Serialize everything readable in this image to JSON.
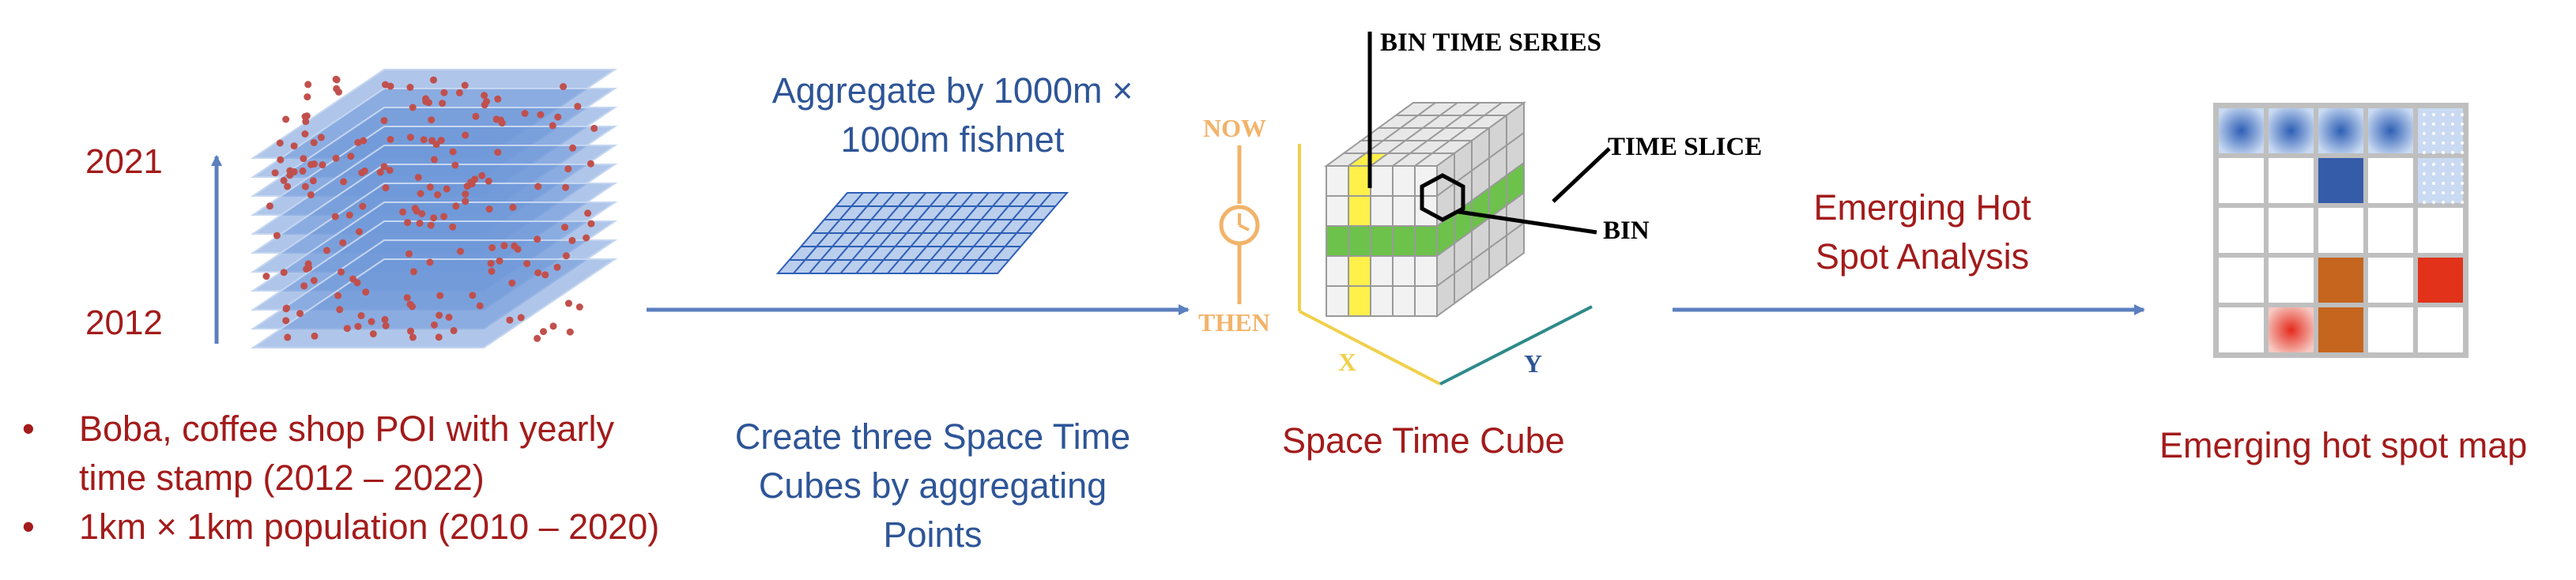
{
  "left": {
    "year_top": "2021",
    "year_bottom": "2012",
    "bullets": [
      {
        "line1": "Boba, coffee shop POI with yearly",
        "line2": "time stamp (2012 – 2022)"
      },
      {
        "line1": "1km × 1km population (2010 – 2020)",
        "line2": ""
      }
    ]
  },
  "fishnet": {
    "caption_line1": "Aggregate by 1000m ×",
    "caption_line2": "1000m fishnet",
    "bottom_line1": "Create three Space Time",
    "bottom_line2": "Cubes by aggregating",
    "bottom_line3": "Points"
  },
  "cube": {
    "label_bin_time_series": "BIN TIME SERIES",
    "label_time_slice": "TIME SLICE",
    "label_bin": "BIN",
    "label_now": "NOW",
    "label_then": "THEN",
    "axis_x": "X",
    "axis_y": "Y",
    "caption": "Space Time Cube"
  },
  "analysis": {
    "line1": "Emerging Hot",
    "line2": "Spot Analysis"
  },
  "hotspot": {
    "caption": "Emerging hot spot map"
  },
  "colors": {
    "dark_red": "#a31b1b",
    "dark_blue": "#2e5597",
    "layer_blue": "#4f7fcf",
    "cube_green": "#6cc24a",
    "cube_yellow": "#fff04a",
    "now_then_orange": "#f2b36a",
    "arrow_blue": "#5b7fbf"
  }
}
